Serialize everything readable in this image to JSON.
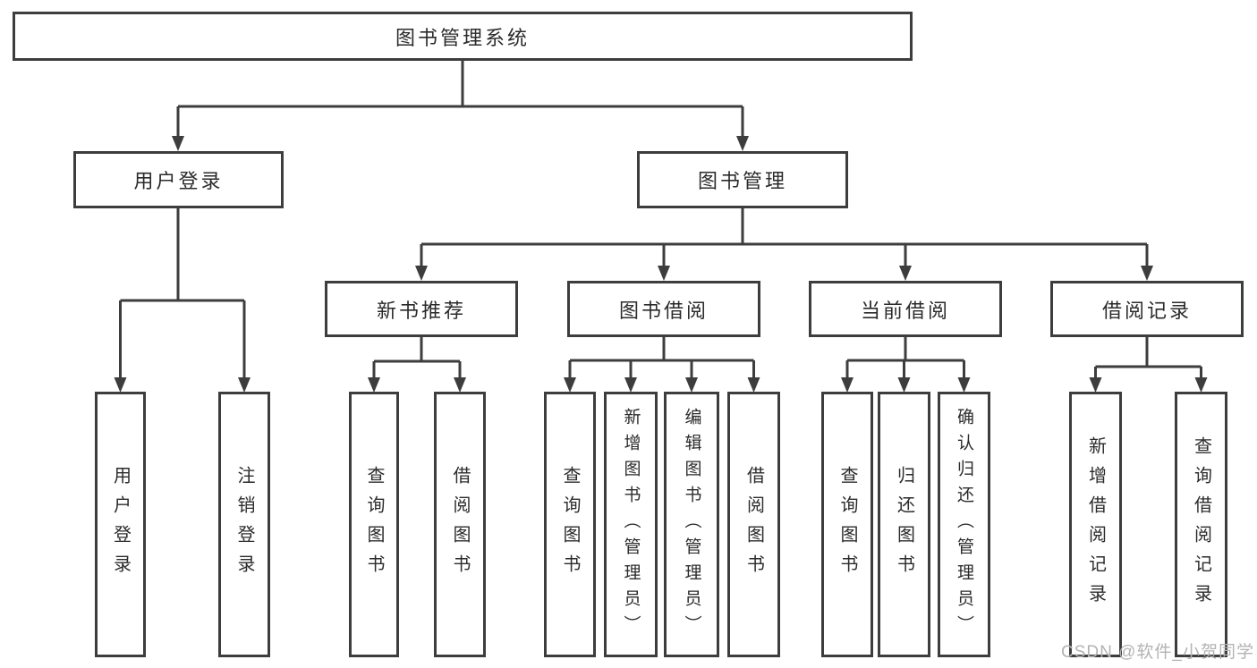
{
  "diagram": {
    "root": {
      "label": "图书管理系统"
    },
    "branches": [
      {
        "label": "用户登录",
        "children": [
          {
            "label": "用户登录"
          },
          {
            "label": "注销登录"
          }
        ]
      },
      {
        "label": "图书管理",
        "children": [
          {
            "label": "新书推荐",
            "children": [
              {
                "label": "查询图书"
              },
              {
                "label": "借阅图书"
              }
            ]
          },
          {
            "label": "图书借阅",
            "children": [
              {
                "label": "查询图书"
              },
              {
                "label": "新增图书（管理员）"
              },
              {
                "label": "编辑图书（管理员）"
              },
              {
                "label": "借阅图书"
              }
            ]
          },
          {
            "label": "当前借阅",
            "children": [
              {
                "label": "查询图书"
              },
              {
                "label": "归还图书"
              },
              {
                "label": "确认归还（管理员）"
              }
            ]
          },
          {
            "label": "借阅记录",
            "children": [
              {
                "label": "新增借阅记录"
              },
              {
                "label": "查询借阅记录"
              }
            ]
          }
        ]
      }
    ],
    "watermark": "CSDN @软件_小贺同学",
    "colors": {
      "line": "#3d3d3d",
      "box_border": "#3d3d3d",
      "text": "#2b2b2b",
      "watermark": "#b3b3b3",
      "background": "#ffffff"
    }
  }
}
